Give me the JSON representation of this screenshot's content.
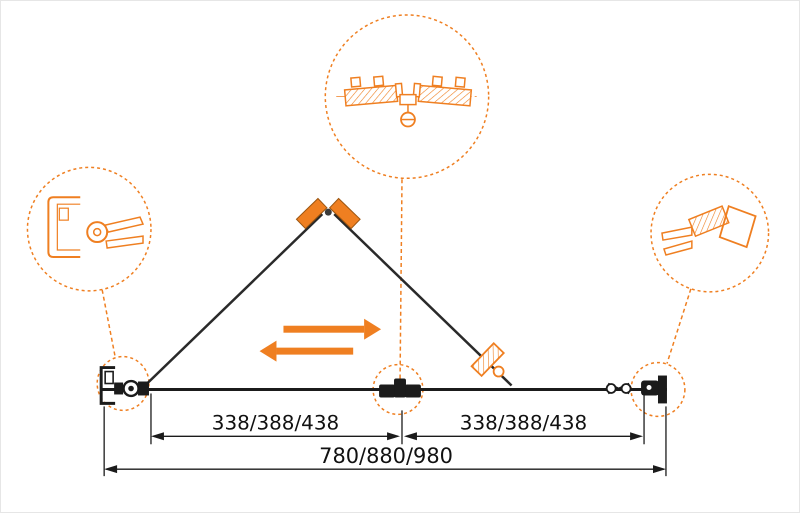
{
  "page": {
    "background": "#ffffff"
  },
  "colors": {
    "accent_orange": "#EF7F21",
    "line_black": "#1b1b1b"
  },
  "dimensions": {
    "left_segment_label": "338/388/438",
    "right_segment_label": "338/388/438",
    "overall_width_label": "780/880/980"
  },
  "callouts": {
    "top": "center-hinge-guide-detail",
    "left": "wall-pivot-profile-detail",
    "right": "closing-seal-profile-detail"
  }
}
